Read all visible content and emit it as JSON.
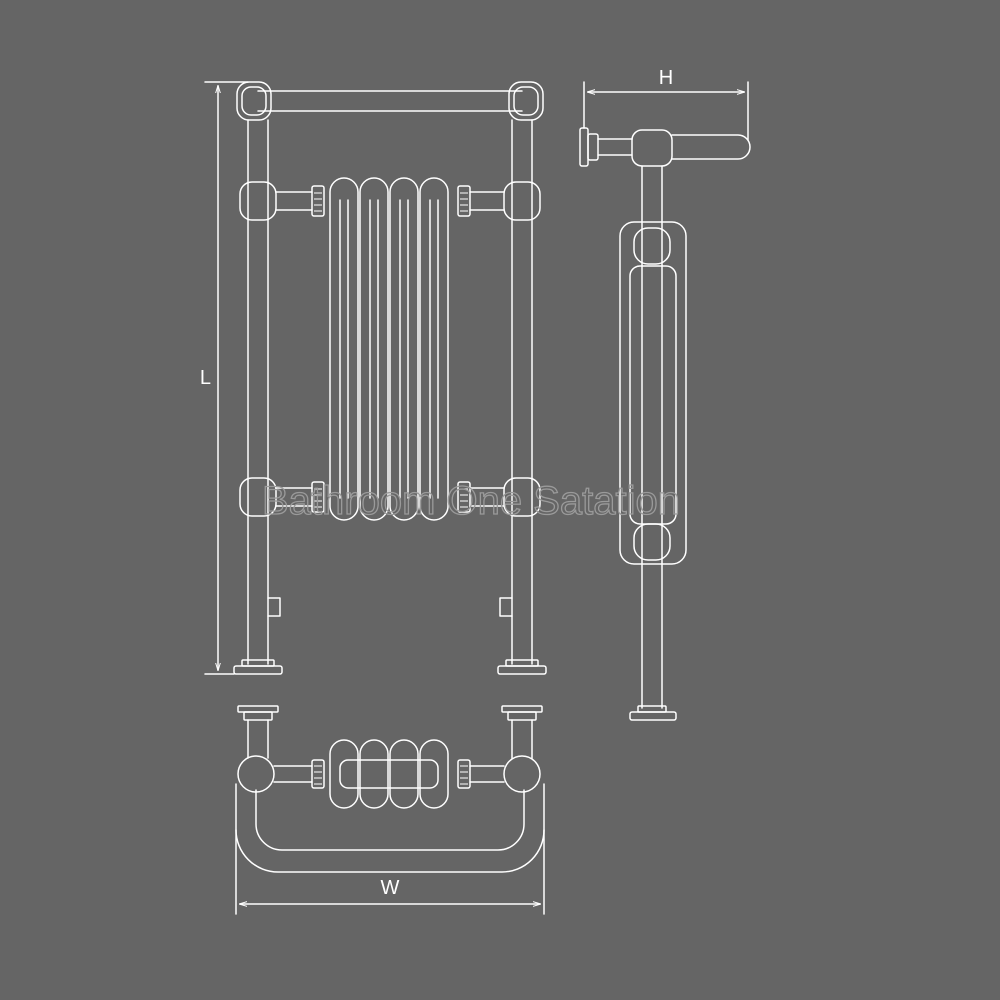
{
  "dimensions": {
    "height_label": "L",
    "depth_label": "H",
    "width_label": "W"
  },
  "watermark": "Bathroom One Satation",
  "colors": {
    "background": "#656565",
    "line": "#ffffff",
    "watermark": "#9a9a9a"
  }
}
